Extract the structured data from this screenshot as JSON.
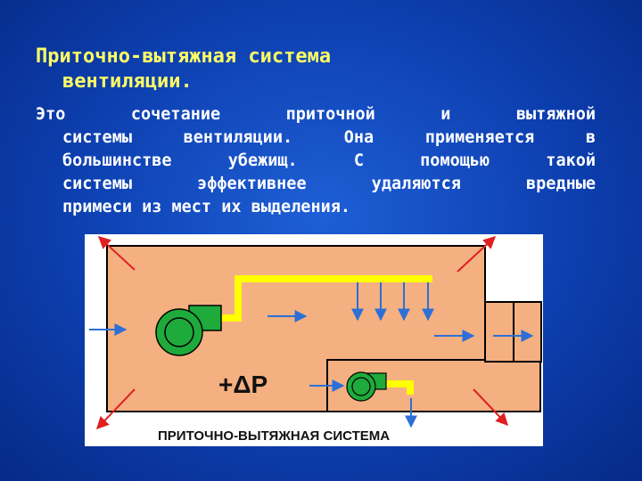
{
  "title": {
    "line1": "Приточно-вытяжная система",
    "line2": "вентиляции."
  },
  "body": {
    "lines": [
      "Это сочетание приточной и вытяжной",
      "системы вентиляции. Она применяется в",
      "большинстве убежищ. С помощью такой",
      "системы эффективнее удаляются вредные",
      "примеси из мест их выделения."
    ]
  },
  "diagram": {
    "caption": "ПРИТОЧНО-ВЫТЯЖНАЯ СИСТЕМА",
    "pressure_label": "+ΔP",
    "colors": {
      "room": "#f4b080",
      "fan": "#1faa3c",
      "duct": "#ffff00",
      "arrow_blue": "#2d6fd6",
      "arrow_red": "#e02020"
    }
  }
}
